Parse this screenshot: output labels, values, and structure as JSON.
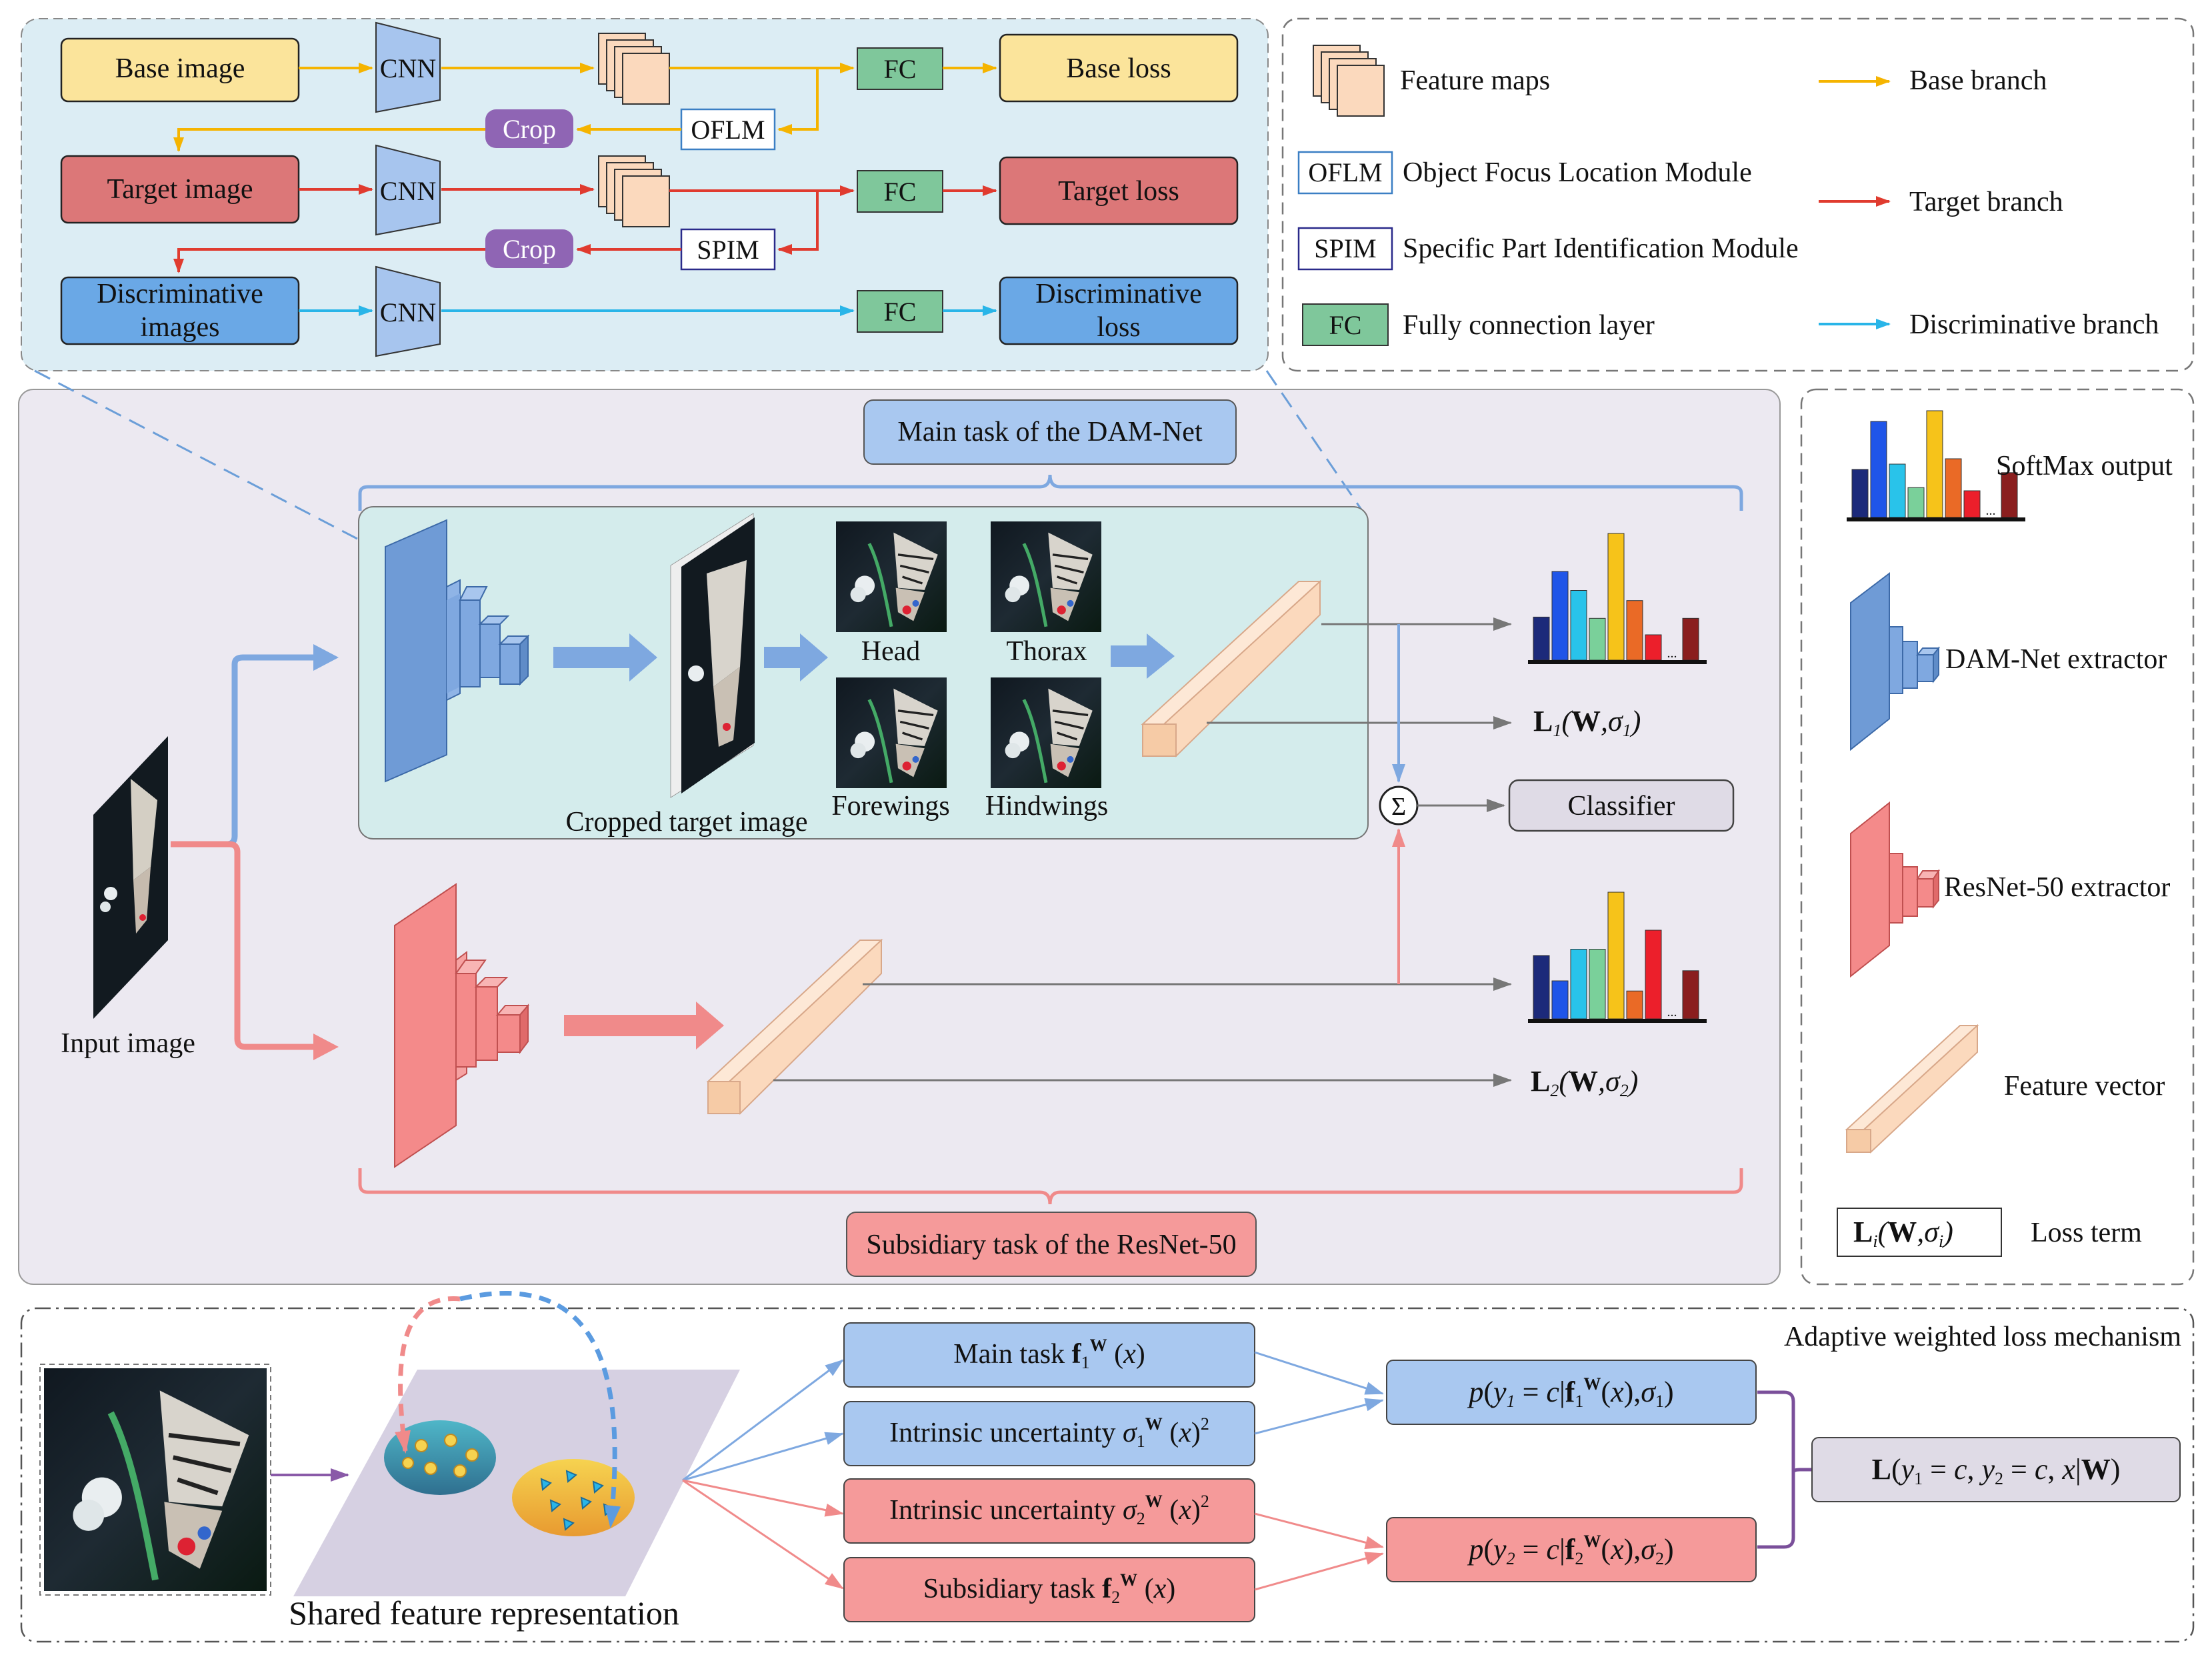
{
  "colors": {
    "base": "#f5b400",
    "target": "#e03b2f",
    "discriminative": "#29b5e8",
    "main_blue": "#7ea8e0",
    "subsid_red": "#f08a8a",
    "feature_vec": "#fbd9bd"
  },
  "top_flow": {
    "base_image": "Base image",
    "target_image": "Target image",
    "discriminative_images": [
      "Discriminative",
      "images"
    ],
    "cnn": "CNN",
    "fc": "FC",
    "base_loss": "Base loss",
    "target_loss": "Target loss",
    "discriminative_loss": [
      "Discriminative",
      "loss"
    ],
    "crop": "Crop",
    "oflm": "OFLM",
    "spim": "SPIM"
  },
  "legend_top": {
    "feature_maps": "Feature maps",
    "oflm_key": "OFLM",
    "oflm_desc": "Object Focus Location Module",
    "spim_key": "SPIM",
    "spim_desc": "Specific Part Identification Module",
    "fc_key": "FC",
    "fc_desc": "Fully connection layer",
    "base_branch": "Base branch",
    "target_branch": "Target branch",
    "discriminative_branch": "Discriminative branch"
  },
  "middle": {
    "main_task": "Main task of the DAM-Net",
    "subsidiary_task": "Subsidiary task of the ResNet-50",
    "input_image": "Input image",
    "cropped_target_image": "Cropped target image",
    "parts": [
      "Head",
      "Thorax",
      "Forewings",
      "Hindwings"
    ],
    "classifier": "Classifier",
    "sum_symbol": "Σ",
    "loss1": {
      "L": "L",
      "sub": "1",
      "W": "W",
      "sigma": "σ",
      "ssub": "1"
    },
    "loss2": {
      "L": "L",
      "sub": "2",
      "W": "W",
      "sigma": "σ",
      "ssub": "2"
    },
    "dots": "..."
  },
  "legend_right": {
    "softmax": "SoftMax output",
    "dam_extractor": "DAM-Net extractor",
    "resnet_extractor": "ResNet-50 extractor",
    "feature_vector": "Feature vector",
    "loss_term": "Loss term",
    "loss_symbol": {
      "L": "L",
      "sub": "i",
      "W": "W",
      "sigma": "σ",
      "ssub": "i"
    }
  },
  "bottom": {
    "title": "Adaptive weighted loss mechanism",
    "shared": "Shared feature representation",
    "main_task": "Main task",
    "intrinsic": "Intrinsic uncertainty",
    "subsidiary_task": "Subsidiary task",
    "p_symbol": "p",
    "final_L": "L"
  },
  "softmax_bars": {
    "legend": [
      0.45,
      0.9,
      0.5,
      0.28,
      1.0,
      0.55,
      0.25,
      0.0,
      0.42
    ],
    "top": [
      0.34,
      0.7,
      0.55,
      0.33,
      1.0,
      0.47,
      0.2,
      0.0,
      0.33
    ],
    "bottom": [
      0.5,
      0.3,
      0.55,
      0.55,
      1.0,
      0.22,
      0.7,
      0.0,
      0.38
    ]
  }
}
